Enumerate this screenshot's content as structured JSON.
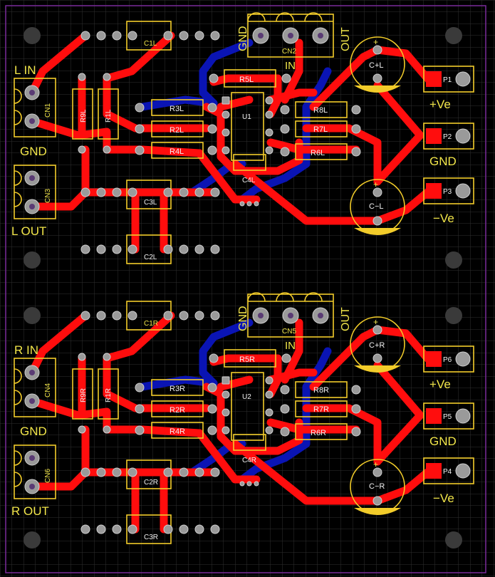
{
  "colors": {
    "background": "#000000",
    "grid": "#2f2f2f",
    "outline": "#7a2a9a",
    "top_copper": "#ff0d0d",
    "bottom_copper": "#0a14b4",
    "silkscreen": "#f2cc2a",
    "pad": "#9a9a9a",
    "pad_hole": "#5a3b74",
    "cap_band": "#f2cc2a"
  },
  "channels": [
    {
      "in_conn": "CN1",
      "out_conn": "CN3",
      "reg_conn": "CN2",
      "ic": "U1",
      "in_label": "L IN",
      "out_label": "L OUT",
      "gnd_label": "GND",
      "reg_gnd": "GND",
      "reg_in": "IN",
      "reg_out": "OUT",
      "rail_pos": "+Ve",
      "rail_gnd": "GND",
      "rail_neg": "−Ve",
      "pos_cap": "C+L",
      "neg_cap": "C−L",
      "plus_sign": "+",
      "ports": [
        "P1",
        "P2",
        "P3"
      ],
      "caps": {
        "top": "C1L",
        "mid": "C3L",
        "bottom": "C2L",
        "c4": "C4L"
      },
      "resistors": {
        "r9": "R9L",
        "r1": "R1L",
        "r3": "R3L",
        "r2": "R2L",
        "r4": "R4L",
        "r5": "R5L",
        "r8": "R8L",
        "r7": "R7L",
        "r6": "R6L"
      }
    },
    {
      "in_conn": "CN4",
      "out_conn": "CN6",
      "reg_conn": "CN5",
      "ic": "U2",
      "in_label": "R IN",
      "out_label": "R OUT",
      "gnd_label": "GND",
      "reg_gnd": "GND",
      "reg_in": "IN",
      "reg_out": "OUT",
      "rail_pos": "+Ve",
      "rail_gnd": "GND",
      "rail_neg": "−Ve",
      "pos_cap": "C+R",
      "neg_cap": "C−R",
      "plus_sign": "+",
      "ports": [
        "P6",
        "P5",
        "P4"
      ],
      "caps": {
        "top": "C1R",
        "mid": "C2R",
        "bottom": "C3R",
        "c4": "C4R"
      },
      "resistors": {
        "r9": "R9R",
        "r1": "R1R",
        "r3": "R3R",
        "r2": "R2R",
        "r4": "R4R",
        "r5": "R5R",
        "r8": "R8R",
        "r7": "R7R",
        "r6": "R6R"
      }
    }
  ]
}
